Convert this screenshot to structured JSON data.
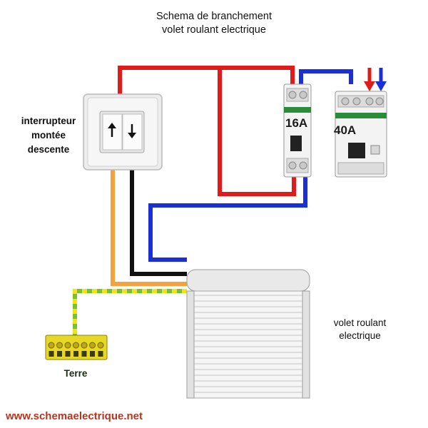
{
  "title": {
    "line1": "Schema de branchement",
    "line2": "volet roulant electrique"
  },
  "switch_label": {
    "line1": "interrupteur",
    "line2": "montée",
    "line3": "descente"
  },
  "shutter_label": {
    "line1": "volet roulant",
    "line2": "electrique"
  },
  "breaker_small": {
    "rating": "16A"
  },
  "breaker_main": {
    "rating": "40A"
  },
  "earth_label": "Terre",
  "website": "www.schemaelectrique.net",
  "wire_colors": {
    "phase": "#e01b1b",
    "neutral": "#1b2fd6",
    "switch_a": "#f4a23a",
    "switch_b": "#111111",
    "earth_green": "#7fbf2a",
    "earth_yellow": "#f0e31a"
  },
  "icons": {
    "switch_buttons": [
      "up-arrow-icon",
      "down-arrow-icon"
    ]
  }
}
